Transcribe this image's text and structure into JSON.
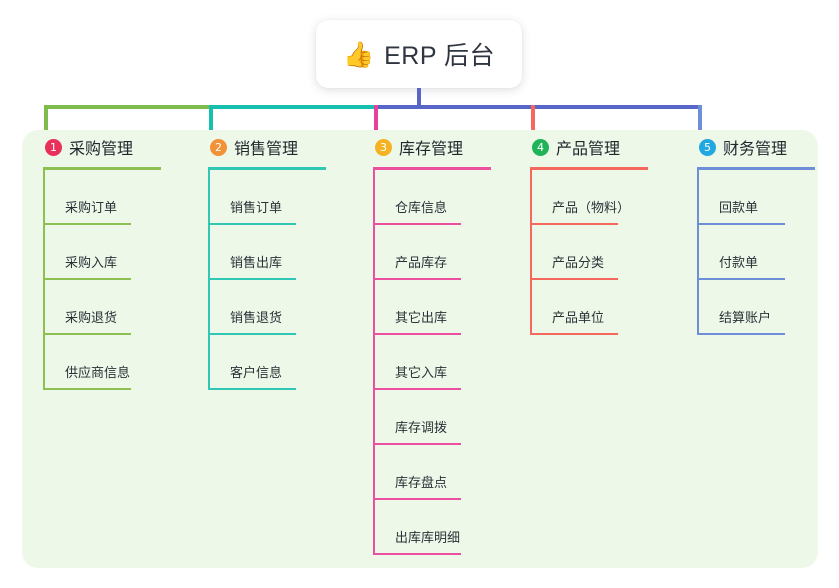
{
  "root": {
    "icon": "thumbs-up-icon",
    "emoji": "👍",
    "title": "ERP 后台"
  },
  "theme": {
    "panel_bg": "#eef8e9",
    "canvas_bg": "#ffffff",
    "stem_color": "#5866c8"
  },
  "connectors": {
    "segments": [
      {
        "color": "#80bb4e"
      },
      {
        "color": "#16bfae"
      },
      {
        "color": "#5866c8"
      },
      {
        "color": "#5866c8"
      }
    ],
    "drops": [
      {
        "color": "#80bb4e"
      },
      {
        "color": "#16bfae"
      },
      {
        "color": "#e8409a"
      },
      {
        "color": "#f4685e"
      },
      {
        "color": "#6f8ed8"
      }
    ]
  },
  "columns": [
    {
      "number": "1",
      "title": "采购管理",
      "badge_color": "#e8305a",
      "line_color": "#8cc152",
      "items": [
        "采购订单",
        "采购入库",
        "采购退货",
        "供应商信息"
      ]
    },
    {
      "number": "2",
      "title": "销售管理",
      "badge_color": "#f29138",
      "line_color": "#30c7b5",
      "items": [
        "销售订单",
        "销售出库",
        "销售退货",
        "客户信息"
      ]
    },
    {
      "number": "3",
      "title": "库存管理",
      "badge_color": "#f5b324",
      "line_color": "#ec4fa0",
      "items": [
        "仓库信息",
        "产品库存",
        "其它出库",
        "其它入库",
        "库存调拨",
        "库存盘点",
        "出库库明细"
      ]
    },
    {
      "number": "4",
      "title": "产品管理",
      "badge_color": "#21b35a",
      "line_color": "#f4685e",
      "items": [
        "产品（物料）",
        "产品分类",
        "产品单位"
      ]
    },
    {
      "number": "5",
      "title": "财务管理",
      "badge_color": "#22a8e0",
      "line_color": "#6f8ed8",
      "items": [
        "回款单",
        "付款单",
        "结算账户"
      ]
    }
  ]
}
